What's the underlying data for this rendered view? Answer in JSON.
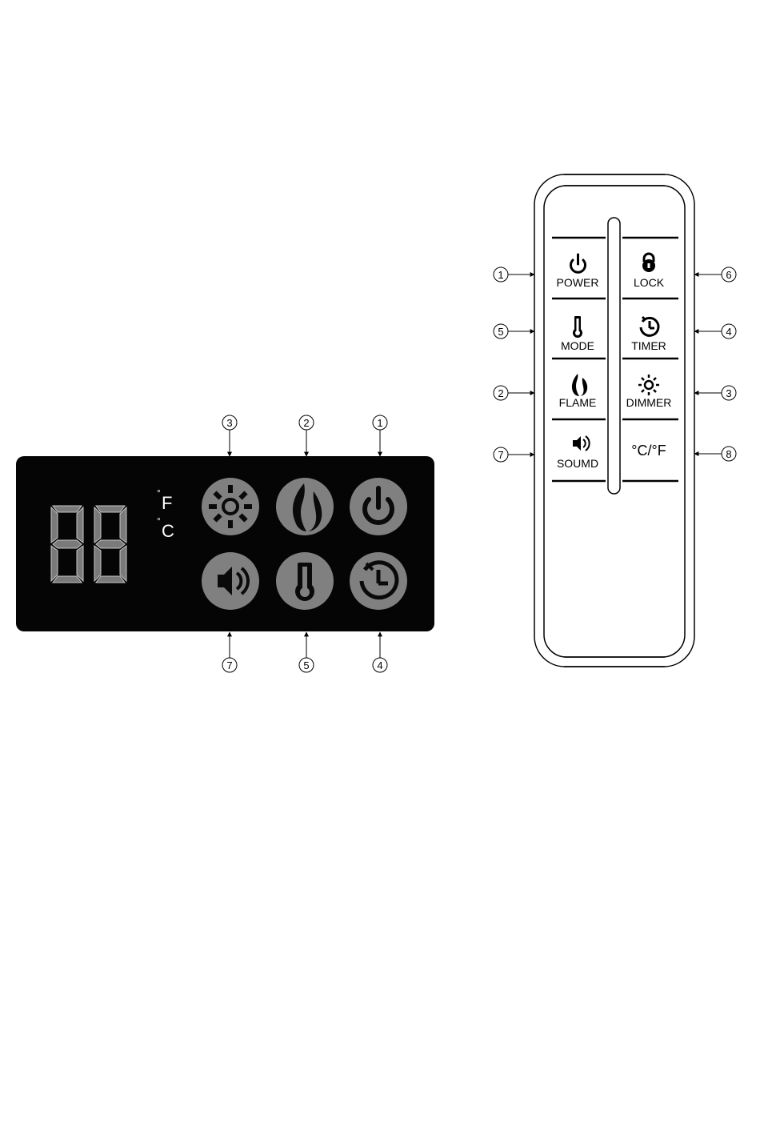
{
  "panel": {
    "display_digits": "88",
    "unit_f": "F",
    "unit_c": "C",
    "degree": "°",
    "callouts": {
      "dimmer": "3",
      "flame": "2",
      "power": "1",
      "sound": "7",
      "mode": "5",
      "timer": "4"
    },
    "colors": {
      "body": "#050505",
      "button": "#808080",
      "icon": "#0a0a0a",
      "text": "#ffffff"
    }
  },
  "remote": {
    "buttons": {
      "power": "POWER",
      "lock": "LOCK",
      "mode": "MODE",
      "timer": "TIMER",
      "flame": "FLAME",
      "dimmer": "DIMMER",
      "sound": "SOUMD",
      "unit_toggle": "°C/°F"
    },
    "callouts": {
      "power": "1",
      "lock": "6",
      "mode": "5",
      "timer": "4",
      "flame": "2",
      "dimmer": "3",
      "sound": "7",
      "unit_toggle": "8"
    }
  }
}
